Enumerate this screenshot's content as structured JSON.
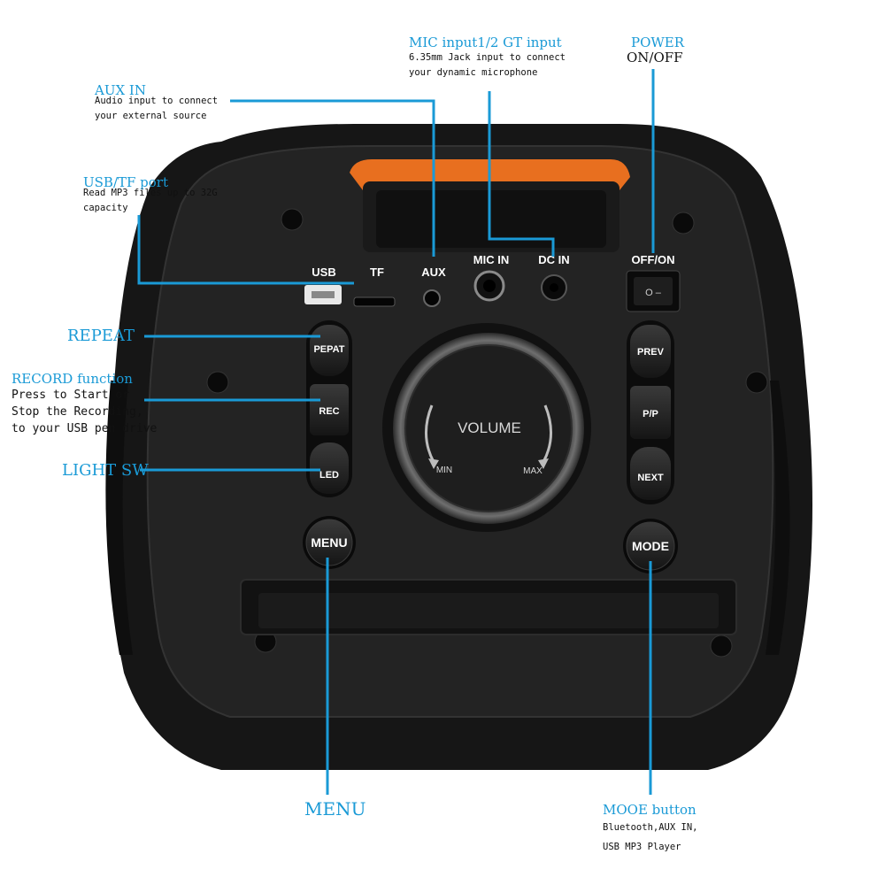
{
  "annotations": {
    "mic_input": {
      "title": "MIC input1/2 GT input",
      "desc": "6.35mm Jack input to connect\nyour dynamic microphone"
    },
    "power": {
      "title": "POWER",
      "subtitle": "ON/OFF"
    },
    "aux_in": {
      "title": "AUX IN",
      "desc": "Audio input to connect\nyour external source"
    },
    "usb_tf": {
      "title": "USB/TF port",
      "desc": "Read MP3 files up to 32G\ncapacity"
    },
    "repeat": {
      "title": "REPEAT"
    },
    "record": {
      "title": "RECORD function",
      "desc": "Press to Start or\nStop the Recording,\nto your USB pen drive"
    },
    "light": {
      "title": "LIGHT SW"
    },
    "menu": {
      "title": "MENU"
    },
    "mode": {
      "title": "MOOE button",
      "desc": "Bluetooth,AUX IN,\nUSB MP3 Player"
    }
  },
  "panel": {
    "ports": {
      "usb": "USB",
      "tf": "TF",
      "aux": "AUX",
      "mic": "MIC IN",
      "dc": "DC IN",
      "power": "OFF/ON",
      "switch_marks": "O  –"
    },
    "left_buttons": [
      "PEPAT",
      "REC",
      "LED"
    ],
    "right_buttons": [
      "PREV",
      "P/P",
      "NEXT"
    ],
    "knob": {
      "label": "VOLUME",
      "min": "MIN",
      "max": "MAX"
    },
    "menu_button": "MENU",
    "mode_button": "MODE"
  },
  "colors": {
    "leader": "#1a9ad6",
    "body": "#1c1c1c",
    "handle": "#e86f1f"
  }
}
